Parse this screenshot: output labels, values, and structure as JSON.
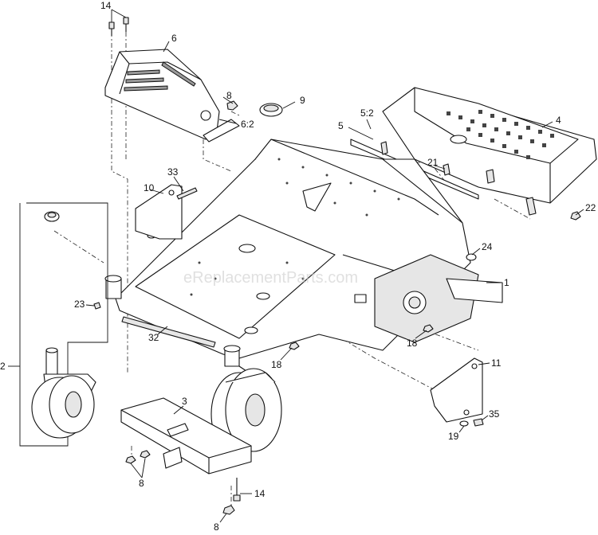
{
  "diagram": {
    "watermark": "eReplacementParts.com",
    "callouts": [
      "14",
      "6",
      "8",
      "9",
      "6:2",
      "5:2",
      "5",
      "4",
      "21",
      "22",
      "33",
      "10",
      "2",
      "24",
      "1",
      "23",
      "18",
      "32",
      "18",
      "11",
      "35",
      "19",
      "3",
      "8",
      "14",
      "8"
    ]
  }
}
